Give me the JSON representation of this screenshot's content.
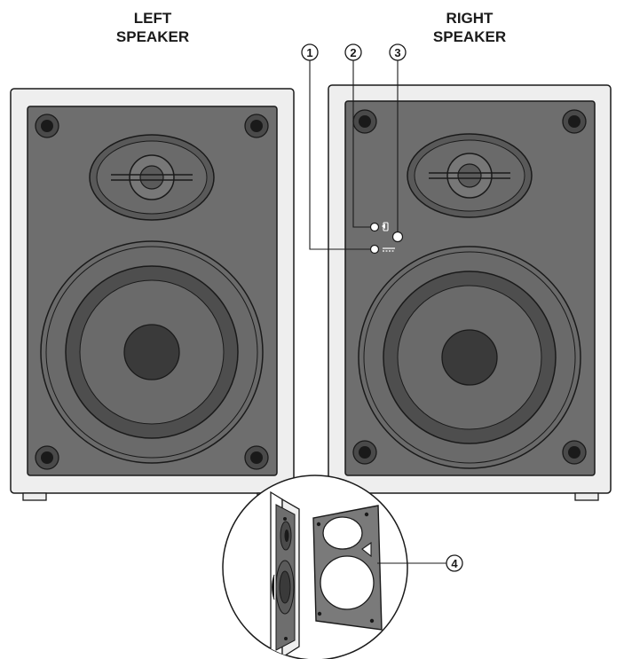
{
  "labels": {
    "left_speaker": [
      "LEFT",
      "SPEAKER"
    ],
    "right_speaker": [
      "RIGHT",
      "SPEAKER"
    ]
  },
  "callouts": {
    "c1": "1",
    "c2": "2",
    "c3": "3",
    "c4": "4"
  },
  "icons": {
    "led_1": "power-led-icon",
    "led_2": "input-led-icon",
    "sensor_3": "remote-sensor-icon"
  },
  "colors": {
    "cabinet": "#eeeeee",
    "baffle": "#6e6e6e",
    "outline": "#1a1a1a",
    "woofer_ring": "#5a5a5a",
    "woofer_center": "#3a3a3a",
    "grille_frame": "#7a7a7a"
  }
}
